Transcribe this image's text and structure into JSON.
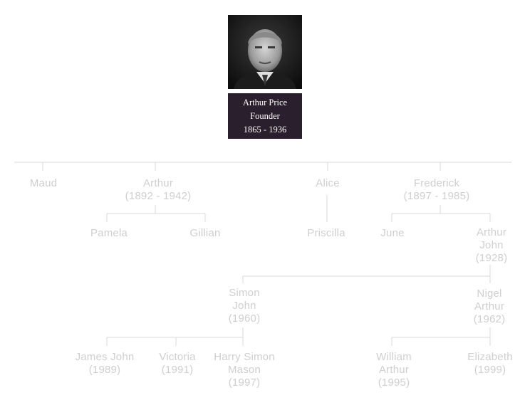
{
  "founder": {
    "photo_label": "founder-portrait",
    "name": "Arthur Price",
    "role": "Founder",
    "dates": "1865 - 1936"
  },
  "generation1": [
    {
      "id": "maud",
      "lines": [
        "Maud"
      ]
    },
    {
      "id": "arthur",
      "lines": [
        "Arthur",
        "(1892 - 1942)"
      ]
    },
    {
      "id": "alice",
      "lines": [
        "Alice"
      ]
    },
    {
      "id": "frederick",
      "lines": [
        "Frederick",
        "(1897 - 1985)"
      ]
    }
  ],
  "generation2": [
    {
      "id": "pamela",
      "lines": [
        "Pamela"
      ]
    },
    {
      "id": "gillian",
      "lines": [
        "Gillian"
      ]
    },
    {
      "id": "priscilla",
      "lines": [
        "Priscilla"
      ]
    },
    {
      "id": "june",
      "lines": [
        "June"
      ]
    },
    {
      "id": "arthur-john",
      "lines": [
        "Arthur",
        "John",
        "(1928)"
      ]
    }
  ],
  "generation3": [
    {
      "id": "simon-john",
      "lines": [
        "Simon",
        "John",
        "(1960)"
      ]
    },
    {
      "id": "nigel-arthur",
      "lines": [
        "Nigel",
        "Arthur",
        "(1962)"
      ]
    }
  ],
  "generation4": [
    {
      "id": "james-john",
      "lines": [
        "James John",
        "(1989)"
      ]
    },
    {
      "id": "victoria",
      "lines": [
        "Victoria",
        "(1991)"
      ]
    },
    {
      "id": "harry-simon-mason",
      "lines": [
        "Harry Simon",
        "Mason",
        "(1997)"
      ]
    },
    {
      "id": "william-arthur",
      "lines": [
        "William",
        "Arthur",
        "(1995)"
      ]
    },
    {
      "id": "elizabeth",
      "lines": [
        "Elizabeth",
        "(1999)"
      ]
    }
  ],
  "colors": {
    "caption_background": "#2a1f2d",
    "caption_text": "#ffffff",
    "node_text": "#cfcfcf",
    "connector": "#dadada"
  }
}
